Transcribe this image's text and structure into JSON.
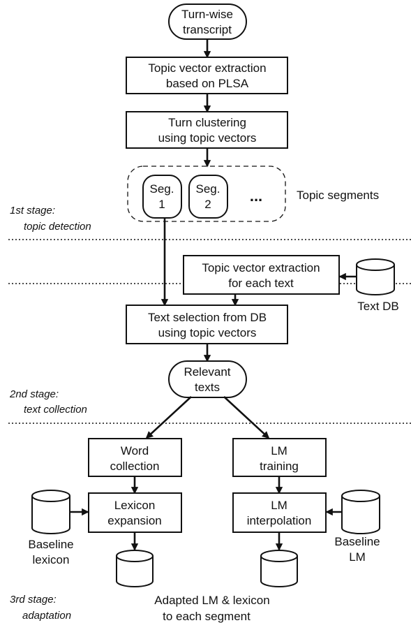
{
  "nodes": {
    "transcript": [
      "Turn-wise",
      "transcript"
    ],
    "topic_extract": [
      "Topic vector extraction",
      "based on PLSA"
    ],
    "clustering": [
      "Turn clustering",
      "using topic vectors"
    ],
    "seg1": [
      "Seg.",
      "1"
    ],
    "seg2": [
      "Seg.",
      "2"
    ],
    "ellipsis": "...",
    "topic_segments": "Topic segments",
    "topic_extract_text": [
      "Topic vector extraction",
      "for each text"
    ],
    "text_db": "Text DB",
    "text_selection": [
      "Text selection from DB",
      "using topic vectors"
    ],
    "relevant_texts": [
      "Relevant",
      "texts"
    ],
    "word_collection": [
      "Word",
      "collection"
    ],
    "lm_training": [
      "LM",
      "training"
    ],
    "lexicon_expansion": [
      "Lexicon",
      "expansion"
    ],
    "lm_interpolation": [
      "LM",
      "interpolation"
    ],
    "baseline_lexicon": [
      "Baseline",
      "lexicon"
    ],
    "baseline_lm": [
      "Baseline",
      "LM"
    ],
    "adapted": [
      "Adapted LM & lexicon",
      "to each segment"
    ]
  },
  "stages": {
    "stage1": [
      "1st stage:",
      "topic detection"
    ],
    "stage2": [
      "2nd stage:",
      "text collection"
    ],
    "stage3": [
      "3rd stage:",
      "adaptation"
    ]
  }
}
